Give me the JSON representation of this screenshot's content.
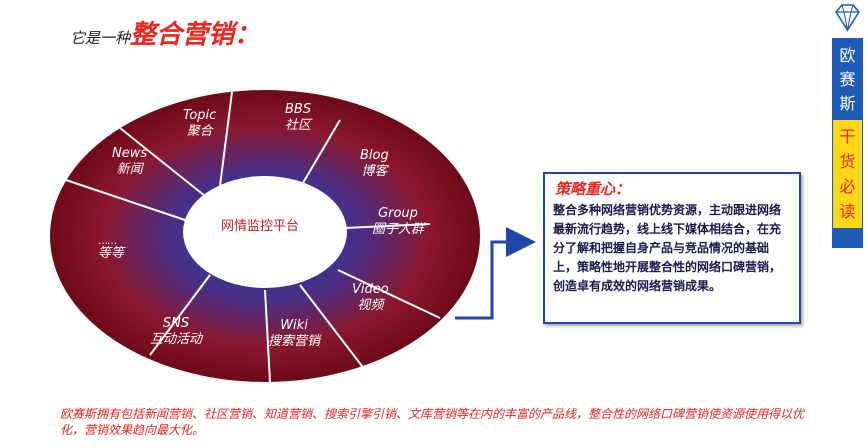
{
  "title": {
    "prefix": "它是一种",
    "main": "整合营销："
  },
  "center": "网情监控平台",
  "segments": [
    {
      "en": "BBS",
      "zh": "社区"
    },
    {
      "en": "Blog",
      "zh": "博客"
    },
    {
      "en": "Group",
      "zh": "圈子人群"
    },
    {
      "en": "Video",
      "zh": "视频"
    },
    {
      "en": "Wiki",
      "zh": "搜索营销"
    },
    {
      "en": "SNS",
      "zh": "互动活动"
    },
    {
      "en": "",
      "zh": "等等"
    },
    {
      "en": "News",
      "zh": "新闻"
    },
    {
      "en": "Topic",
      "zh": "聚合"
    }
  ],
  "dots": "……",
  "strategy": {
    "title": "策略重心：",
    "text": "整合多种网络营销优势资源，主动跟进网络最新流行趋势，线上线下媒体相结合，在充分了解和把握自身产品与竞品情况的基础上，策略性地开展整合性的网络口碑营销，创造卓有成效的网络营销成果。"
  },
  "footer": "欧赛斯拥有包括新闻营销、社区营销、知道营销、搜索引擎引销、文库营销等在内的丰富的产品线，整合性的网络口碑营销使资源使用得以优化，营销效果趋向最大化。",
  "side": {
    "top_chars": [
      "欧",
      "赛",
      "斯"
    ],
    "yellow_chars": [
      "干",
      "货",
      "必",
      "读"
    ]
  },
  "colors": {
    "ring_outer": "#7a0c1c",
    "ring_inner": "#2b3f9e",
    "accent_red": "#e8281e",
    "box_border": "#2345a8",
    "side_blue": "#1f5bb5",
    "side_yellow": "#ffd81a"
  }
}
